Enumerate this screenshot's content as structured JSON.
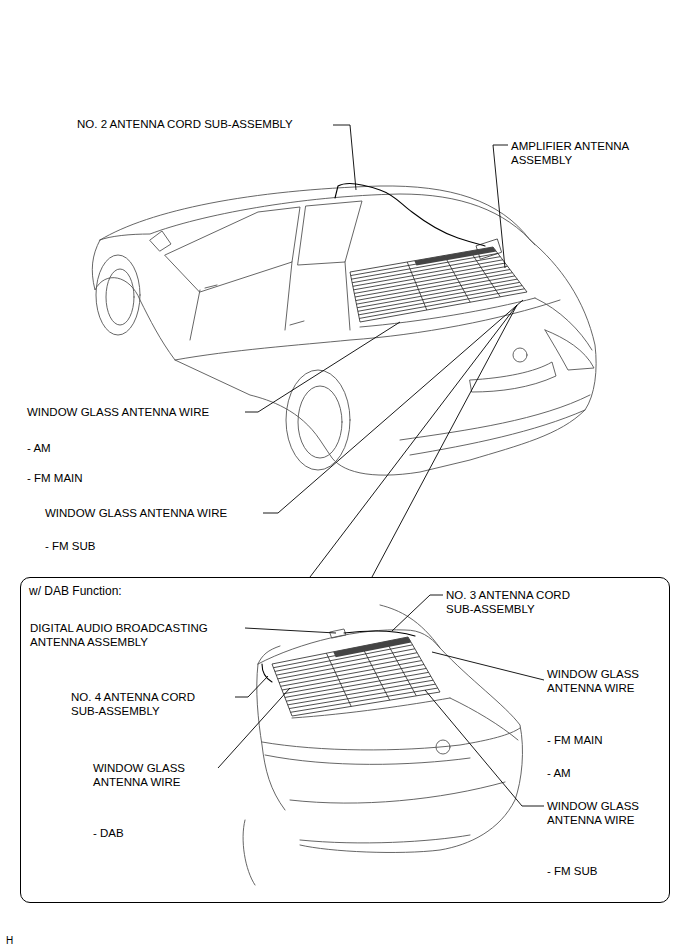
{
  "diagram": {
    "nodes": [
      {
        "text": [
          "w/ DAB Function:"
        ]
      }
    ],
    "labels": [
      "NO. 2 ANTENNA CORD SUB-ASSEMBLY",
      "AMPLIFIER ANTENNA ASSEMBLY",
      "WINDOW GLASS ANTENNA WIRE",
      "- AM",
      "- FM MAIN",
      "WINDOW GLASS ANTENNA WIRE",
      "- FM SUB",
      "NO. 3 ANTENNA CORD SUB-ASSEMBLY",
      "DIGITAL AUDIO BROADCASTING ANTENNA ASSEMBLY",
      "WINDOW GLASS ANTENNA WIRE",
      "NO. 4 ANTENNA CORD SUB-ASSEMBLY",
      "WINDOW GLASS ANTENNA WIRE",
      "- FM MAIN",
      "- AM",
      "- DAB",
      "WINDOW GLASS ANTENNA WIRE",
      "- FM SUB",
      "H"
    ]
  }
}
